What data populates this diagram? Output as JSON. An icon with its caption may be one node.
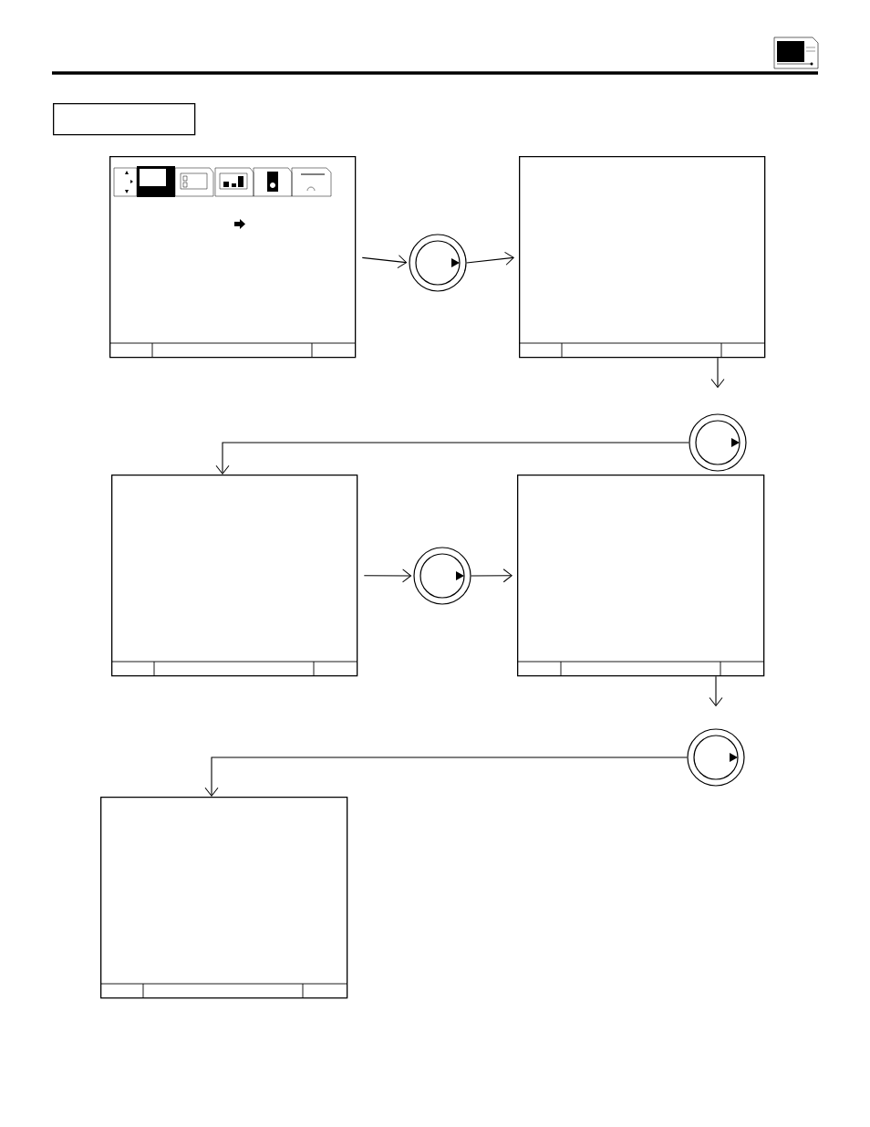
{
  "diagram": {
    "nodes": [
      {
        "text": [],
        "shape": "box"
      },
      {
        "text": [],
        "shape": "box"
      },
      {
        "text": [],
        "shape": "circle"
      },
      {
        "text": [],
        "shape": "box"
      },
      {
        "text": [],
        "shape": "circle"
      },
      {
        "text": [],
        "shape": "box"
      },
      {
        "text": [],
        "shape": "circle"
      },
      {
        "text": [],
        "shape": "box"
      },
      {
        "text": [],
        "shape": "circle"
      },
      {
        "text": [],
        "shape": "box"
      }
    ],
    "edges": [
      {
        "from": 1,
        "to": 2,
        "arrow": "to"
      },
      {
        "from": 2,
        "to": 3,
        "arrow": "to"
      },
      {
        "from": 3,
        "to": null,
        "arrow": "to"
      },
      {
        "from": 4,
        "to": 5,
        "arrow": "to"
      },
      {
        "from": 5,
        "to": 6,
        "arrow": "to"
      },
      {
        "from": 6,
        "to": 7,
        "arrow": "to"
      },
      {
        "from": 7,
        "to": null,
        "arrow": "to"
      },
      {
        "from": 8,
        "to": 9,
        "arrow": "to"
      }
    ]
  }
}
